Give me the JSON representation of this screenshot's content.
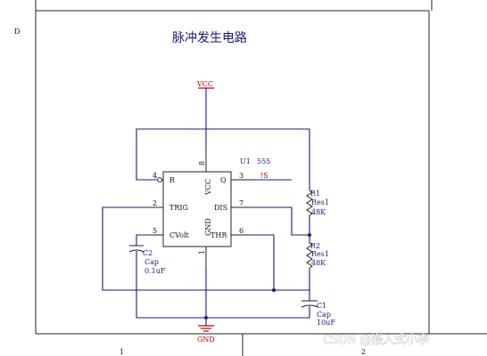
{
  "sheet": {
    "zone_left": "D",
    "zone_bottom_1": "1",
    "zone_bottom_2": "2",
    "title": "脉冲发生电路"
  },
  "power": {
    "vcc": "VCC",
    "gnd": "GND"
  },
  "ic": {
    "designator": "U1",
    "part": "555",
    "pins": {
      "r": "R",
      "trig": "TRIG",
      "cvolt": "CVolt",
      "q": "Q",
      "dis": "DIS",
      "thr": "THR",
      "vcc": "VCC",
      "gnd": "GND"
    },
    "pin_numbers": {
      "p1": "1",
      "p2": "2",
      "p3": "3",
      "p4": "4",
      "p5": "5",
      "p6": "6",
      "p7": "7",
      "p8": "8"
    },
    "net_label": "!S"
  },
  "components": {
    "r1": {
      "designator": "R1",
      "type": "Res1",
      "value": "48K"
    },
    "r2": {
      "designator": "R2",
      "type": "Res1",
      "value": "48K"
    },
    "c1": {
      "designator": "C1",
      "type": "Cap",
      "value": "10uF"
    },
    "c2": {
      "designator": "C2",
      "type": "Cap",
      "value": "0.1uF"
    }
  },
  "watermark": "CSDN @嵌入式小李"
}
